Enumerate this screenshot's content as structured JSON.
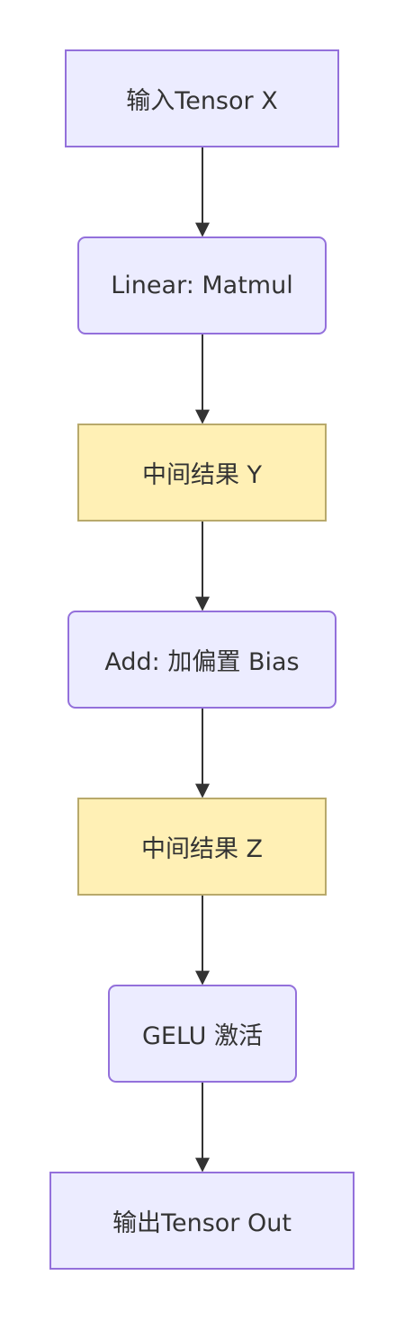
{
  "nodes": {
    "input": {
      "label": "输入Tensor X",
      "shape": "rect"
    },
    "linear": {
      "label": "Linear: Matmul",
      "shape": "rounded"
    },
    "mid_y": {
      "label": "中间结果 Y",
      "shape": "rect"
    },
    "add_bias": {
      "label": "Add: 加偏置 Bias",
      "shape": "rounded"
    },
    "mid_z": {
      "label": "中间结果 Z",
      "shape": "rect"
    },
    "gelu": {
      "label": "GELU 激活",
      "shape": "rounded"
    },
    "output": {
      "label": "输出Tensor Out",
      "shape": "rect"
    }
  },
  "edges": [
    {
      "from": "input",
      "to": "linear"
    },
    {
      "from": "linear",
      "to": "mid_y"
    },
    {
      "from": "mid_y",
      "to": "add_bias"
    },
    {
      "from": "add_bias",
      "to": "mid_z"
    },
    {
      "from": "mid_z",
      "to": "gelu"
    },
    {
      "from": "gelu",
      "to": "output"
    }
  ],
  "colors": {
    "node_fill": "#ececff",
    "node_border": "#9370db",
    "result_fill": "#fff0b5",
    "result_border": "#b8a96b",
    "edge": "#333333",
    "text": "#333333"
  }
}
